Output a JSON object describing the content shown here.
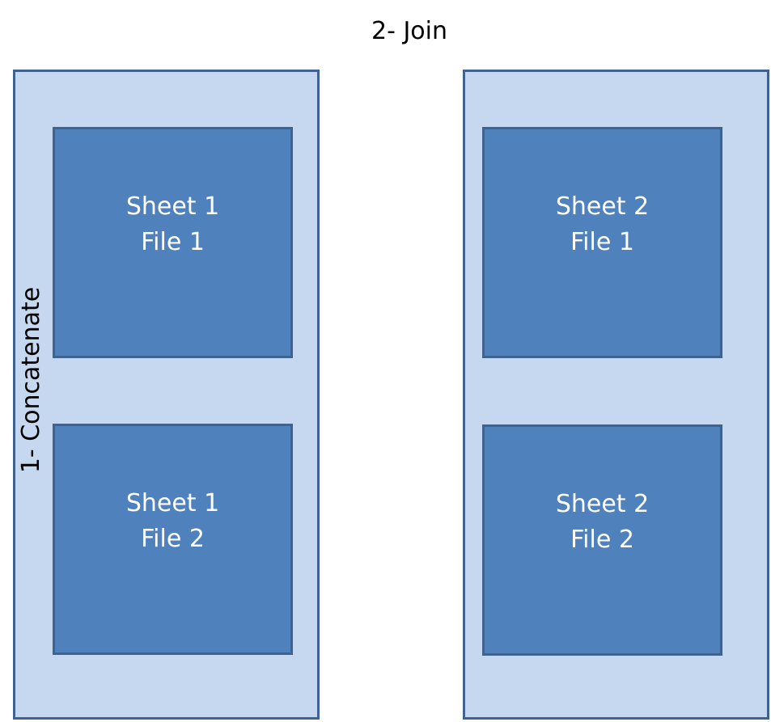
{
  "join_label": "2- Join",
  "concatenate_label": "1- Concatenate",
  "colors": {
    "group_fill": "#c6d8ef",
    "sheet_fill": "#4f81bd",
    "border": "#3f6290"
  },
  "groups": [
    {
      "sheets": [
        {
          "line1": "Sheet 1",
          "line2": "File 1"
        },
        {
          "line1": "Sheet 1",
          "line2": "File 2"
        }
      ]
    },
    {
      "sheets": [
        {
          "line1": "Sheet 2",
          "line2": "File 1"
        },
        {
          "line1": "Sheet 2",
          "line2": "File 2"
        }
      ]
    }
  ]
}
